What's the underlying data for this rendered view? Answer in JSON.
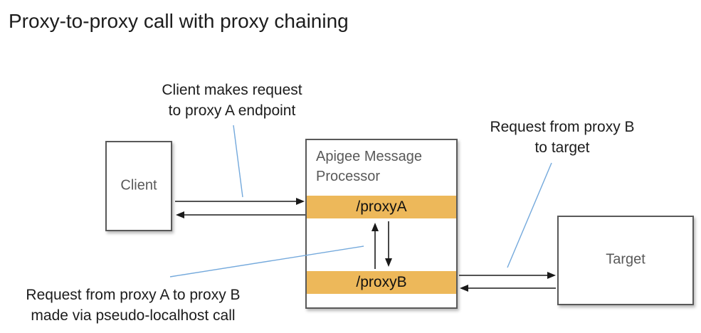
{
  "title": "Proxy-to-proxy call with proxy chaining",
  "colors": {
    "endpoint_bar_orange": "#edb85a",
    "callout_blue": "#74a9dc",
    "box_border_gray": "#595959",
    "arrow_black": "#1a1a1a",
    "label_gray": "#595959",
    "text_black": "#1c1c1c"
  },
  "annotations": {
    "client_request": {
      "line1": "Client makes request",
      "line2": "to proxy A endpoint"
    },
    "proxy_b_to_target": {
      "line1": "Request from proxy B",
      "line2": "to target"
    },
    "proxy_a_to_b": {
      "line1": "Request from proxy A to proxy B",
      "line2": "made via pseudo-localhost call"
    }
  },
  "nodes": {
    "client": {
      "label": "Client"
    },
    "message_processor": {
      "title": "Apigee Message Processor",
      "endpoints": [
        {
          "label": "/proxyA"
        },
        {
          "label": "/proxyB"
        }
      ]
    },
    "target": {
      "label": "Target"
    }
  }
}
